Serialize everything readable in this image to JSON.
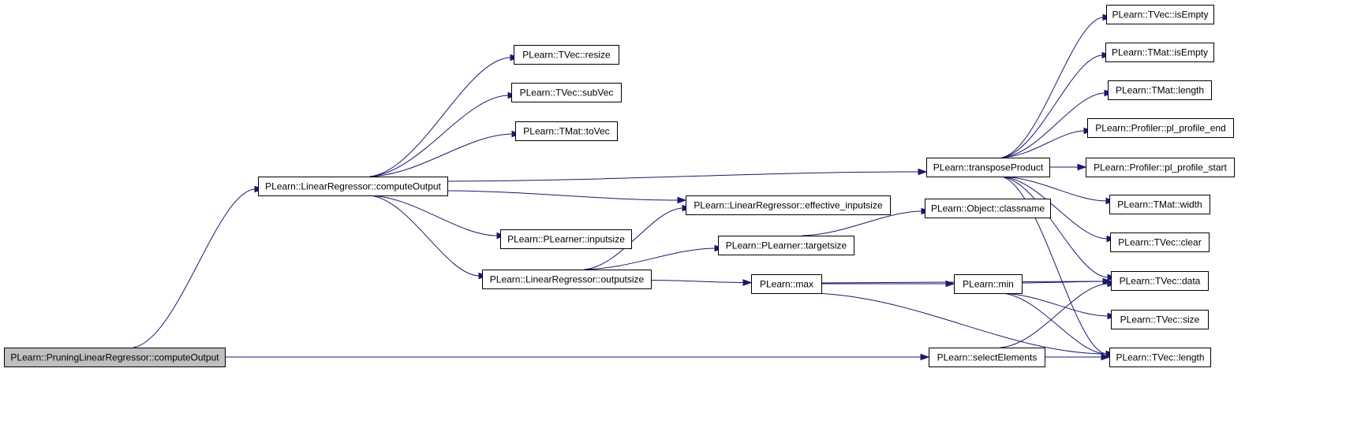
{
  "colors": {
    "edge": "#191970",
    "node_fill": "#ffffff",
    "root_fill": "#bfbfbf",
    "node_border": "#000000"
  },
  "nodes": [
    {
      "id": "root",
      "label": "PLearn::PruningLinearRegressor::computeOutput",
      "root": true
    },
    {
      "id": "lr_compute",
      "label": "PLearn::LinearRegressor::computeOutput"
    },
    {
      "id": "tvec_resize",
      "label": "PLearn::TVec::resize"
    },
    {
      "id": "tvec_subvec",
      "label": "PLearn::TVec::subVec"
    },
    {
      "id": "tmat_tovec",
      "label": "PLearn::TMat::toVec"
    },
    {
      "id": "pl_inputsize",
      "label": "PLearn::PLearner::inputsize"
    },
    {
      "id": "lr_outputsize",
      "label": "PLearn::LinearRegressor::outputsize"
    },
    {
      "id": "lr_eff",
      "label": "PLearn::LinearRegressor::effective_inputsize"
    },
    {
      "id": "pl_targetsize",
      "label": "PLearn::PLearner::targetsize"
    },
    {
      "id": "obj_classname",
      "label": "PLearn::Object::classname"
    },
    {
      "id": "max",
      "label": "PLearn::max"
    },
    {
      "id": "min",
      "label": "PLearn::min"
    },
    {
      "id": "transpose",
      "label": "PLearn::transposeProduct"
    },
    {
      "id": "select",
      "label": "PLearn::selectElements"
    },
    {
      "id": "tvec_isempty",
      "label": "PLearn::TVec::isEmpty"
    },
    {
      "id": "tmat_isempty",
      "label": "PLearn::TMat::isEmpty"
    },
    {
      "id": "tmat_length",
      "label": "PLearn::TMat::length"
    },
    {
      "id": "prof_end",
      "label": "PLearn::Profiler::pl_profile_end"
    },
    {
      "id": "prof_start",
      "label": "PLearn::Profiler::pl_profile_start"
    },
    {
      "id": "tmat_width",
      "label": "PLearn::TMat::width"
    },
    {
      "id": "tvec_clear",
      "label": "PLearn::TVec::clear"
    },
    {
      "id": "tvec_data",
      "label": "PLearn::TVec::data"
    },
    {
      "id": "tvec_size",
      "label": "PLearn::TVec::size"
    },
    {
      "id": "tvec_length",
      "label": "PLearn::TVec::length"
    }
  ],
  "edges": [
    [
      "root",
      "lr_compute"
    ],
    [
      "root",
      "select"
    ],
    [
      "root",
      "tvec_length"
    ],
    [
      "lr_compute",
      "tvec_resize"
    ],
    [
      "lr_compute",
      "tvec_subvec"
    ],
    [
      "lr_compute",
      "tmat_tovec"
    ],
    [
      "lr_compute",
      "transpose"
    ],
    [
      "lr_compute",
      "lr_eff"
    ],
    [
      "lr_compute",
      "pl_inputsize"
    ],
    [
      "lr_compute",
      "lr_outputsize"
    ],
    [
      "lr_outputsize",
      "lr_eff"
    ],
    [
      "lr_outputsize",
      "pl_targetsize"
    ],
    [
      "lr_outputsize",
      "max"
    ],
    [
      "pl_targetsize",
      "obj_classname"
    ],
    [
      "max",
      "tvec_data"
    ],
    [
      "max",
      "min"
    ],
    [
      "max",
      "tvec_length"
    ],
    [
      "min",
      "tvec_data"
    ],
    [
      "min",
      "tvec_size"
    ],
    [
      "min",
      "tvec_length"
    ],
    [
      "select",
      "tvec_data"
    ],
    [
      "select",
      "tvec_length"
    ],
    [
      "transpose",
      "tvec_isempty"
    ],
    [
      "transpose",
      "tmat_isempty"
    ],
    [
      "transpose",
      "tmat_length"
    ],
    [
      "transpose",
      "prof_end"
    ],
    [
      "transpose",
      "prof_start"
    ],
    [
      "transpose",
      "tmat_width"
    ],
    [
      "transpose",
      "tvec_clear"
    ],
    [
      "transpose",
      "tvec_data"
    ],
    [
      "transpose",
      "tvec_length"
    ]
  ]
}
